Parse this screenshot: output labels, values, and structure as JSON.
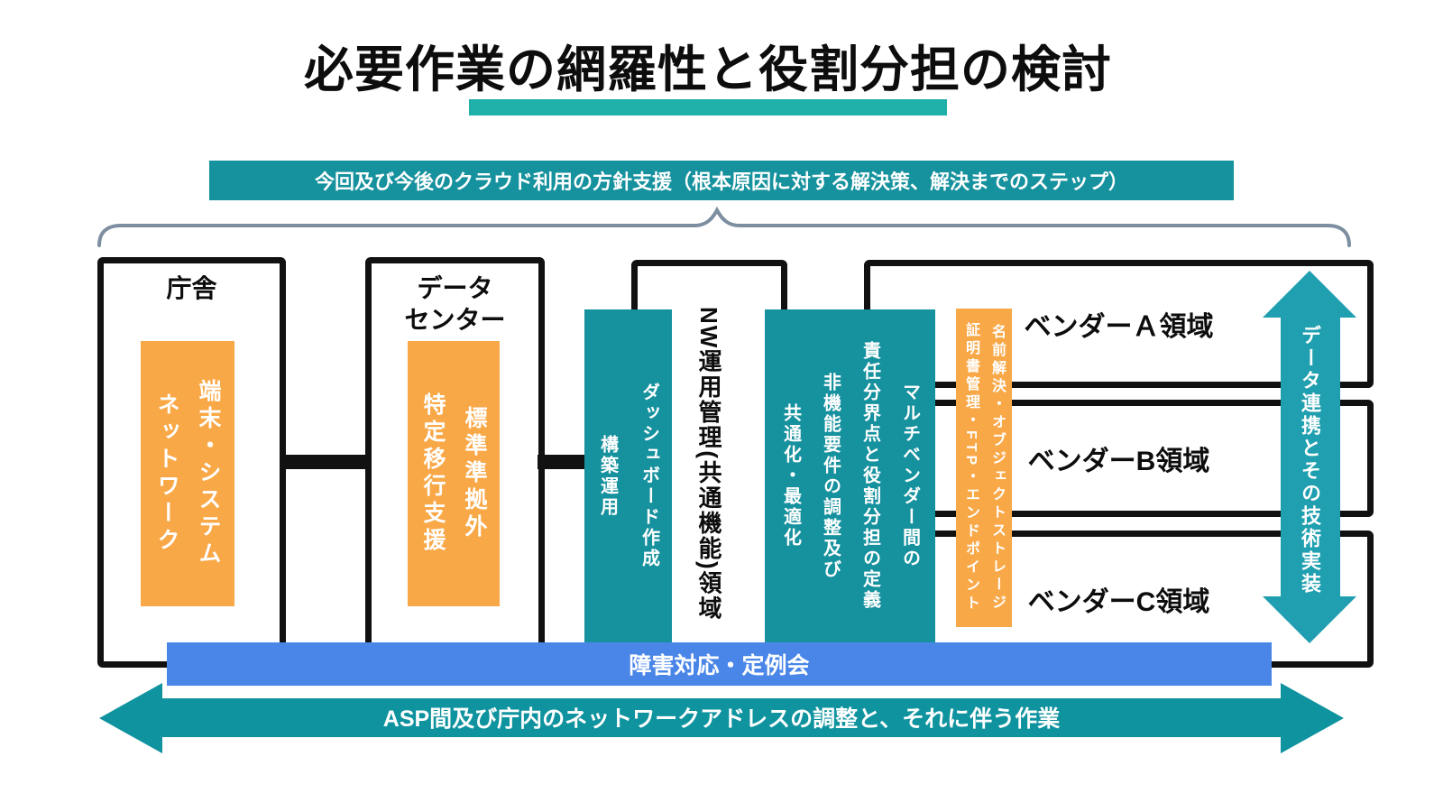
{
  "title": "必要作業の網羅性と役割分担の検討",
  "banner": "今回及び今後のクラウド利用の方針支援（根本原因に対する解決策、解決までのステップ）",
  "facilities": {
    "chosha": {
      "label": "庁舎",
      "tasks": "端末・システム\nネットワーク"
    },
    "datacenter": {
      "label": "データ\nセンター",
      "tasks": "標準準拠外\n特定移行支援"
    }
  },
  "nw_area": {
    "label": "NW運用管理(共通機能)領域",
    "dashboard_tasks": "ダッシュボード作成\n構築運用",
    "multivendor_tasks": "マルチベンダー間の\n責任分界点と役割分担の定義\n非機能要件の調整及び\n共通化・最適化"
  },
  "vendor_area": {
    "endpoint_tasks": "名前解決・オブジェクトストレージ\n証明書管理・FTP・エンドポイント",
    "vendors": [
      {
        "label": "ベンダーＡ領域"
      },
      {
        "label": "ベンダーB領域"
      },
      {
        "label": "ベンダーC領域"
      }
    ]
  },
  "incident_bar": "障害対応・定例会",
  "arrows": {
    "data_link": "データ連携とその技術実装",
    "network_adjust": "ASP間及び庁内のネットワークアドレスの調整と、それに伴う作業"
  },
  "colors": {
    "teal": "#16919E",
    "teal_arrow": "#1F9FAF",
    "teal_bottom_arrow": "#0E939F",
    "teal_underline": "#1FB0A9",
    "orange": "#F9A847",
    "blue_bar": "#4A86E8",
    "brace_gray": "#7C8EA0",
    "border_black": "#111111"
  }
}
